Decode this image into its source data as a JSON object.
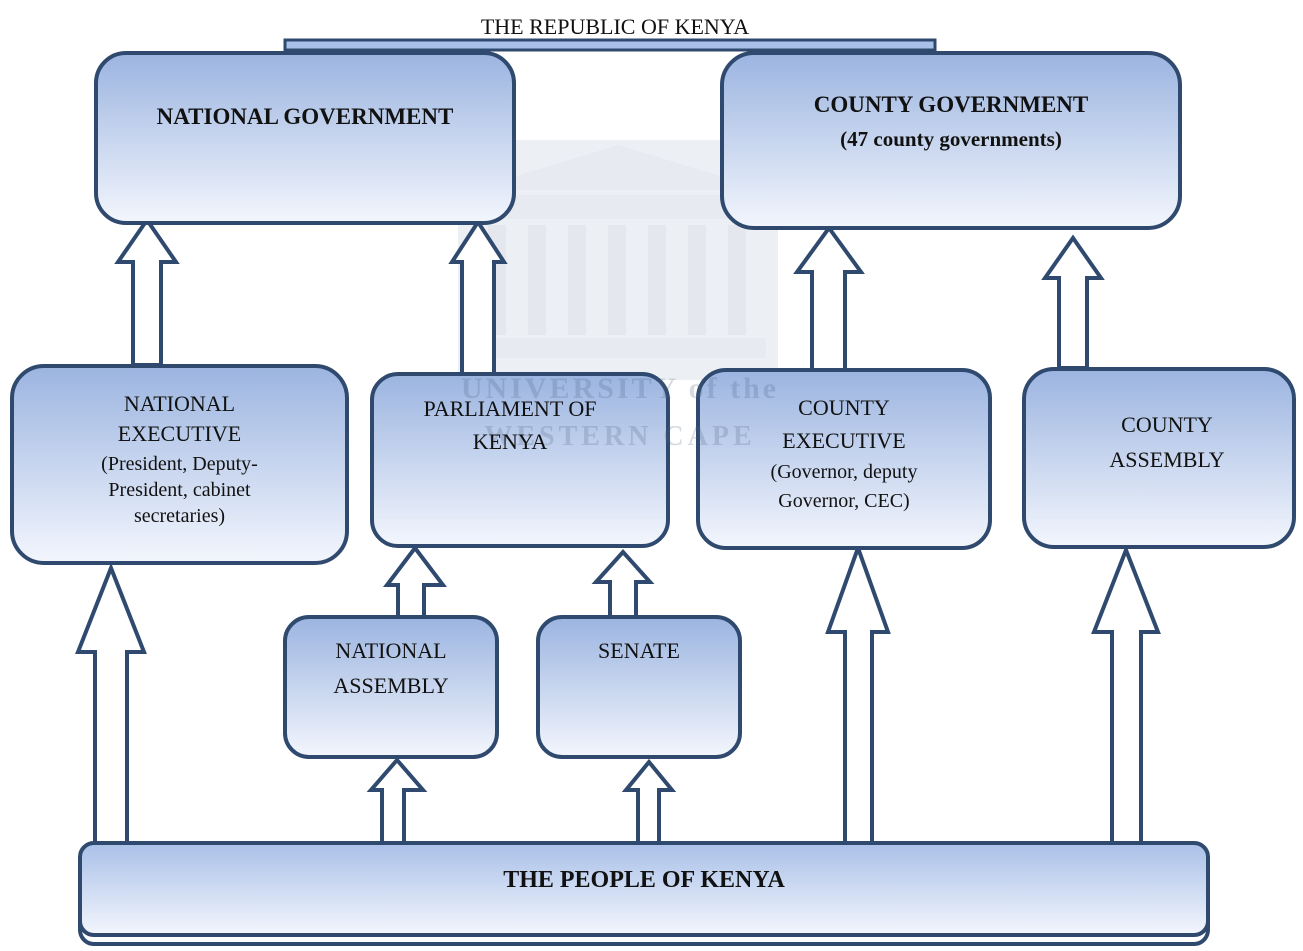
{
  "diagram": {
    "title": "THE REPUBLIC OF KENYA",
    "national_government": {
      "label": "NATIONAL GOVERNMENT"
    },
    "county_government": {
      "label": "COUNTY GOVERNMENT",
      "sublabel": "(47 county governments)"
    },
    "national_executive": {
      "label_line1": "NATIONAL",
      "label_line2": "EXECUTIVE",
      "label_line3": "(President, Deputy-",
      "label_line4": "President, cabinet",
      "label_line5": "secretaries)"
    },
    "parliament": {
      "label_line1": "PARLIAMENT OF",
      "label_line2": "KENYA"
    },
    "county_executive": {
      "label_line1": "COUNTY",
      "label_line2": "EXECUTIVE",
      "label_line3": "(Governor, deputy",
      "label_line4": "Governor, CEC)"
    },
    "county_assembly": {
      "label_line1": "COUNTY",
      "label_line2": "ASSEMBLY"
    },
    "national_assembly": {
      "label_line1": "NATIONAL",
      "label_line2": "ASSEMBLY"
    },
    "senate": {
      "label": "SENATE"
    },
    "people": {
      "label": "THE PEOPLE OF KENYA"
    },
    "watermark": {
      "line1": "UNIVERSITY of the",
      "line2": "WESTERN CAPE"
    }
  },
  "colors": {
    "box_top": "#9bb4e0",
    "box_bottom": "#f2f6fd",
    "border": "#2f4a6e",
    "arrow_border": "#2f4a6e",
    "arrow_fill": "#ffffff"
  }
}
